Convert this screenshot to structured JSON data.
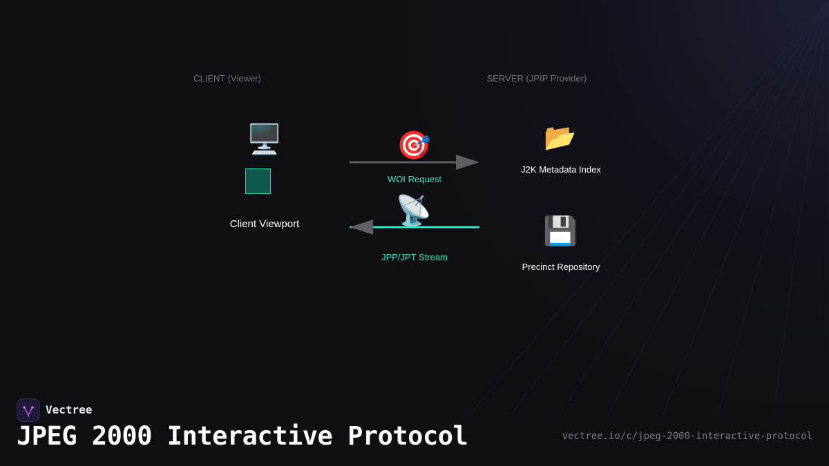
{
  "diagram": {
    "client_header": "CLIENT (Viewer)",
    "server_header": "SERVER (JPIP Provider)",
    "client": {
      "icon": "desktop-computer-icon",
      "glyph": "🖥️",
      "label": "Client Viewport"
    },
    "metadata": {
      "icon": "open-folder-icon",
      "glyph": "📂",
      "label": "J2K Metadata Index"
    },
    "repository": {
      "icon": "floppy-disk-icon",
      "glyph": "💾",
      "label": "Precinct Repository"
    },
    "request": {
      "icon": "target-icon",
      "glyph": "🎯",
      "label": "WOI Request"
    },
    "stream": {
      "icon": "satellite-antenna-icon",
      "glyph": "📡",
      "label": "JPP/JPT Stream"
    }
  },
  "colors": {
    "accent": "#2ee8c3",
    "arrow_gray": "#5e5e63",
    "background": "#0f0f13"
  },
  "brand": {
    "name": "Vectree",
    "logo": "vectree-logo-icon"
  },
  "footer": {
    "title": "JPEG 2000 Interactive Protocol",
    "url": "vectree.io/c/jpeg-2000-interactive-protocol"
  }
}
